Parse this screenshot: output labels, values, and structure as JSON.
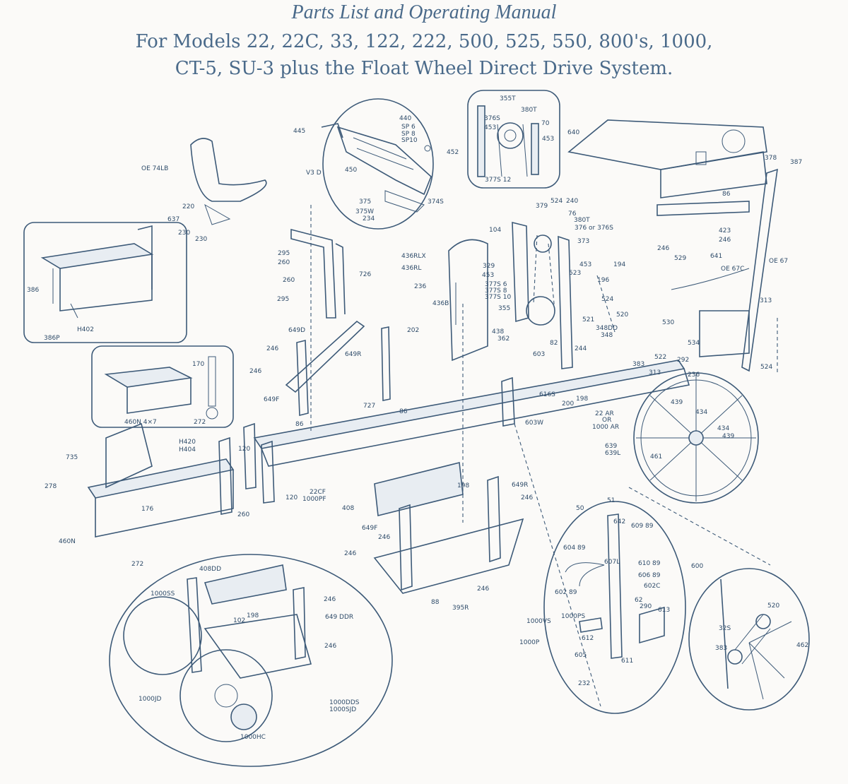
{
  "header": {
    "title": "Parts List  and Operating Manual",
    "models_line_1": "For Models 22, 22C, 33, 122, 222, 500, 525, 550, 800's, 1000,",
    "models_line_2": "CT-5, SU-3 plus the Float Wheel Direct Drive System."
  },
  "colors": {
    "ink": "#3d5a78",
    "paper": "#fbfaf8"
  },
  "labels": {
    "l445": "445",
    "l440": "440",
    "lsp6": "SP 6",
    "lsp8": "SP 8",
    "lsp10": "SP10",
    "l452": "452",
    "lv3d": "V3 D",
    "l450": "450",
    "l375": "375",
    "l375w": "375W",
    "l234": "234",
    "l374s": "374S",
    "l355t": "355T",
    "l380t_a": "380T",
    "l376s": "376S",
    "l70": "70",
    "l453_a": "453",
    "l453_b": "453",
    "l377s12": "377S 12",
    "l640": "640",
    "l378": "378",
    "l387": "387",
    "l86_a": "86",
    "loe74lb": "OE 74LB",
    "l220": "220",
    "l637": "637",
    "l230_a": "230",
    "l230_b": "230",
    "l386": "386",
    "lh402": "H402",
    "l386p": "386P",
    "l170": "170",
    "l460n47": "460N 4×7",
    "l272_a": "272",
    "l295_a": "295",
    "l260_a": "260",
    "l260_b": "260",
    "l295_b": "295",
    "l726": "726",
    "l436rlx": "436RLX",
    "l436rl": "436RL",
    "l236_a": "236",
    "l436b": "436B",
    "l202": "202",
    "l104": "104",
    "l379": "379",
    "l524_a": "524",
    "l240": "240",
    "l76": "76",
    "l380t_b": "380T",
    "l376or": "376 or 376S",
    "l373": "373",
    "l329": "329",
    "l453_c": "453",
    "l377s6": "377S 6",
    "l377s8": "377S 8",
    "l377s10": "377S 10",
    "l453_d": "453",
    "l523": "523",
    "l355": "355",
    "l524_b": "524",
    "l520_a": "520",
    "l521": "521",
    "l348dd": "348DD",
    "l348": "348",
    "l438": "438",
    "l362": "362",
    "l194": "194",
    "l196": "196",
    "l529": "529",
    "l530": "530",
    "l423": "423",
    "l246_a": "246",
    "l246_b": "246",
    "l641": "641",
    "loe67c": "OE 67C",
    "loe67": "OE 67",
    "l313_a": "313",
    "l534": "534",
    "l292": "292",
    "l236_b": "236",
    "l524_c": "524",
    "l522": "522",
    "l383_a": "383",
    "l313_b": "313",
    "l649d": "649D",
    "l246_c": "246",
    "l246_d": "246",
    "l649f_a": "649F",
    "l86_b": "86",
    "l649r_a": "649R",
    "l727": "727",
    "l86_c": "86",
    "l603": "603",
    "l82": "82",
    "l244": "244",
    "l616s": "616S",
    "l198_a": "198",
    "l200": "200",
    "l603w": "603W",
    "l22ar": "22 AR",
    "lor": "OR",
    "l1000ar": "1000 AR",
    "l439_a": "439",
    "l434_a": "434",
    "l434_b": "434",
    "l439_b": "439",
    "l639": "639",
    "l639l": "639L",
    "l461": "461",
    "l735": "735",
    "lh420": "H420",
    "lh404": "H404",
    "l278": "278",
    "l176": "176",
    "l460n": "460N",
    "l272_b": "272",
    "l120_a": "120",
    "l120_b": "120",
    "l260_c": "260",
    "l22cf": "22CF",
    "l1000pf": "1000PF",
    "l408": "408",
    "l198_b": "198",
    "l649r_b": "649R",
    "l246_e": "246",
    "l649f_b": "649F",
    "l246_f": "246",
    "l246_g": "246",
    "l246_h": "246",
    "l88": "88",
    "l395r": "395R",
    "l408dd": "408DD",
    "l1000ss": "1000SS",
    "l246_i": "246",
    "l198_c": "198",
    "l102": "102",
    "l649ddr": "649 DDR",
    "l246_j": "246",
    "l1000jd": "1000JD",
    "l1000dds": "1000DDS",
    "l1000sjd": "1000SJD",
    "l1000hc": "1000HC",
    "l50": "50",
    "l51": "51",
    "l642": "642",
    "l60989": "609 89",
    "l60489": "604 89",
    "l607l": "607L",
    "l61089": "610 89",
    "l600": "600",
    "l60689": "606 89",
    "l602c": "602C",
    "l60289": "602 89",
    "l62": "62",
    "l290": "290",
    "l613": "613",
    "l1000vs": "1000VS",
    "l1000ps": "1000PS",
    "l1000p": "1000P",
    "l612": "612",
    "l605": "605",
    "l611": "611",
    "l232": "232",
    "l520_b": "520",
    "l32s": "32S",
    "l383_b": "383",
    "l462": "462"
  }
}
